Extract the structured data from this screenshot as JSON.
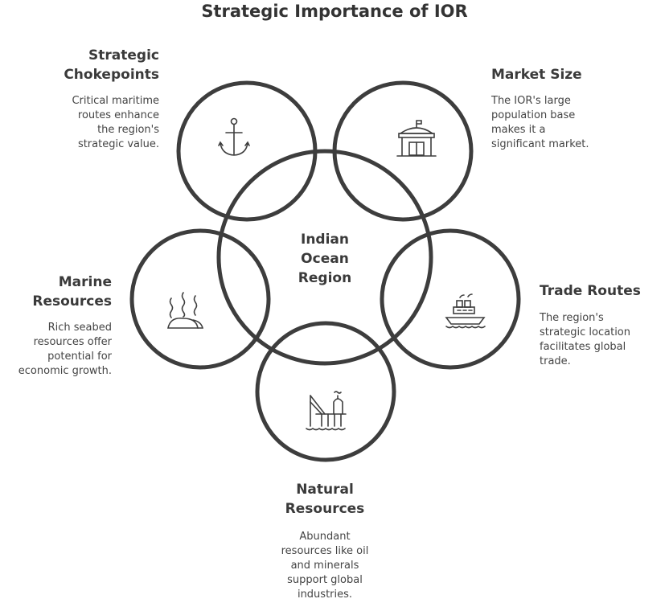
{
  "title": "Strategic Importance of IOR",
  "center": {
    "line1": "Indian",
    "line2": "Ocean",
    "line3": "Region"
  },
  "items": [
    {
      "title1": "Strategic",
      "title2": "Chokepoints",
      "desc": [
        "Critical maritime",
        "routes enhance",
        "the region's",
        "strategic value."
      ],
      "icon": "anchor-icon"
    },
    {
      "title1": "Market Size",
      "desc": [
        "The IOR's large",
        "population base",
        "makes it a",
        "significant market."
      ],
      "icon": "building-icon"
    },
    {
      "title1": "Marine",
      "title2": "Resources",
      "desc": [
        "Rich seabed",
        "resources offer",
        "potential for",
        "economic growth."
      ],
      "icon": "seaweed-seabed-icon"
    },
    {
      "title1": "Trade Routes",
      "desc": [
        "The region's",
        "strategic location",
        "facilitates global",
        "trade."
      ],
      "icon": "ship-icon"
    },
    {
      "title1": "Natural",
      "title2": "Resources",
      "desc": [
        "Abundant",
        "resources like oil",
        "and minerals",
        "support global",
        "industries."
      ],
      "icon": "oil-rig-icon"
    }
  ],
  "colors": {
    "stroke": "#3d3d3d"
  }
}
